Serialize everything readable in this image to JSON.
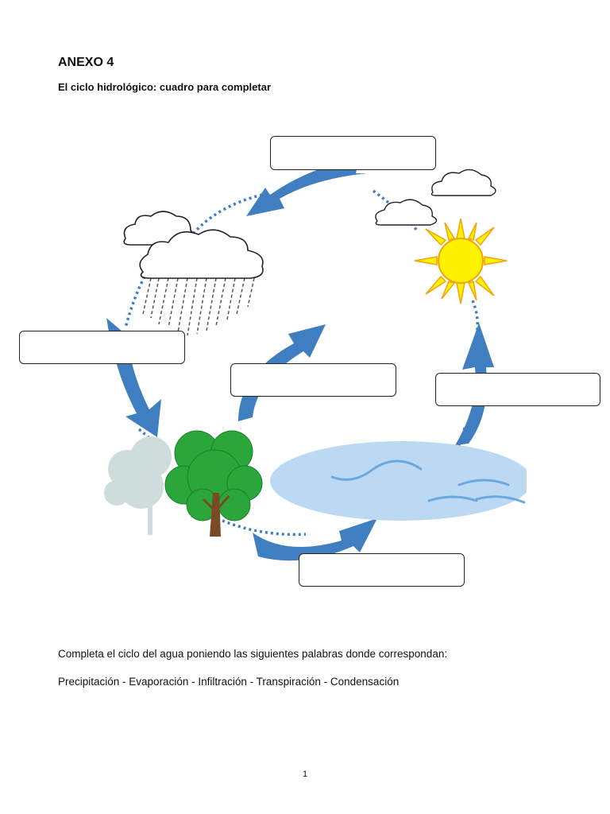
{
  "document": {
    "title": "ANEXO 4",
    "subtitle": "El ciclo hidrológico: cuadro para completar",
    "instruction": "Completa el ciclo del agua poniendo las siguientes palabras donde correspondan:",
    "word_list": "Precipitación - Evaporación - Infiltración - Transpiración - Condensación",
    "page_number": "1"
  },
  "diagram": {
    "answer_boxes": [
      "",
      "",
      "",
      "",
      ""
    ],
    "colors": {
      "arrow": "#3f7fc1",
      "dotted_path": "#3f7fc1",
      "lake": "#bcd9f3",
      "lake_wave": "#6aa8dd",
      "sun": "#fdf200",
      "sun_outline": "#f2a30f",
      "tree": "#2aa63a",
      "trunk": "#7a4a24",
      "faded_tree": "#cfdcdc",
      "rain": "#555555"
    },
    "icons": [
      "rain-cloud-icon",
      "cloud-icon",
      "sun-icon",
      "tree-icon",
      "lake-icon",
      "cycle-arrow-icon"
    ]
  }
}
